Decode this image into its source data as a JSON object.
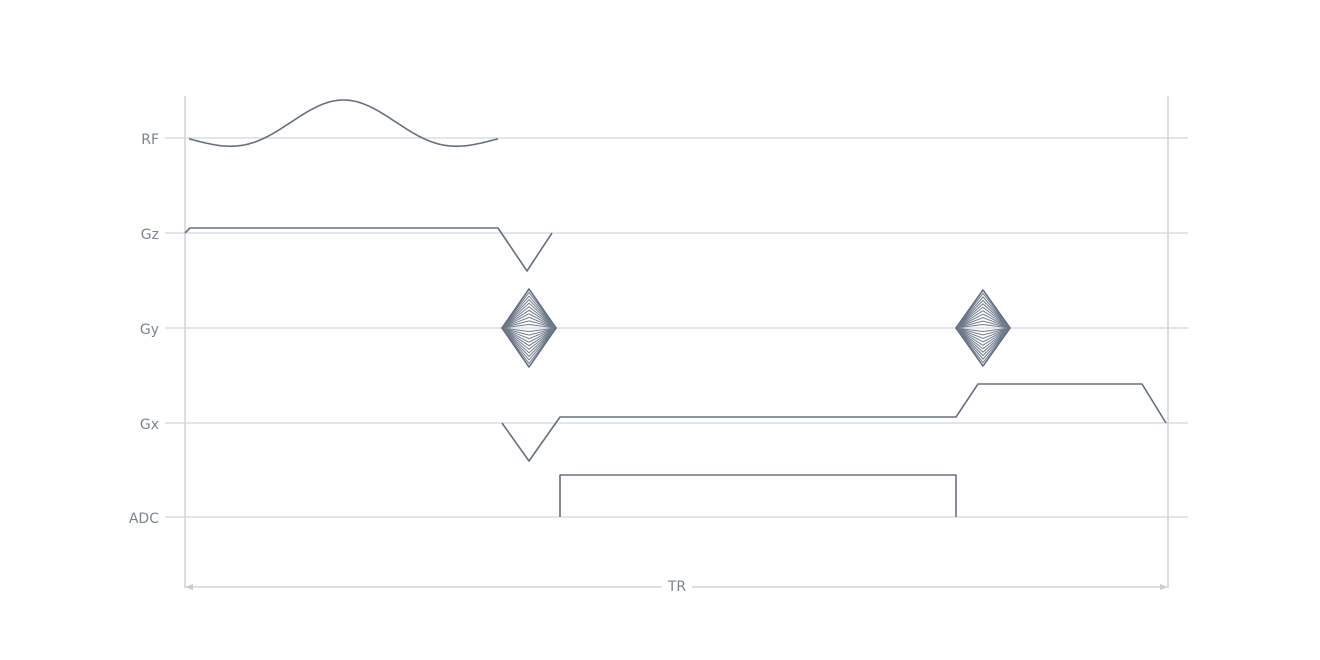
{
  "rows": [
    {
      "key": "rf",
      "label": "RF"
    },
    {
      "key": "gz",
      "label": "Gz"
    },
    {
      "key": "gy",
      "label": "Gy"
    },
    {
      "key": "gx",
      "label": "Gx"
    },
    {
      "key": "adc",
      "label": "ADC"
    }
  ],
  "tr_label": "TR",
  "colors": {
    "waveform": "#657081",
    "baseline": "#d2d5da",
    "label": "#7a8494"
  }
}
